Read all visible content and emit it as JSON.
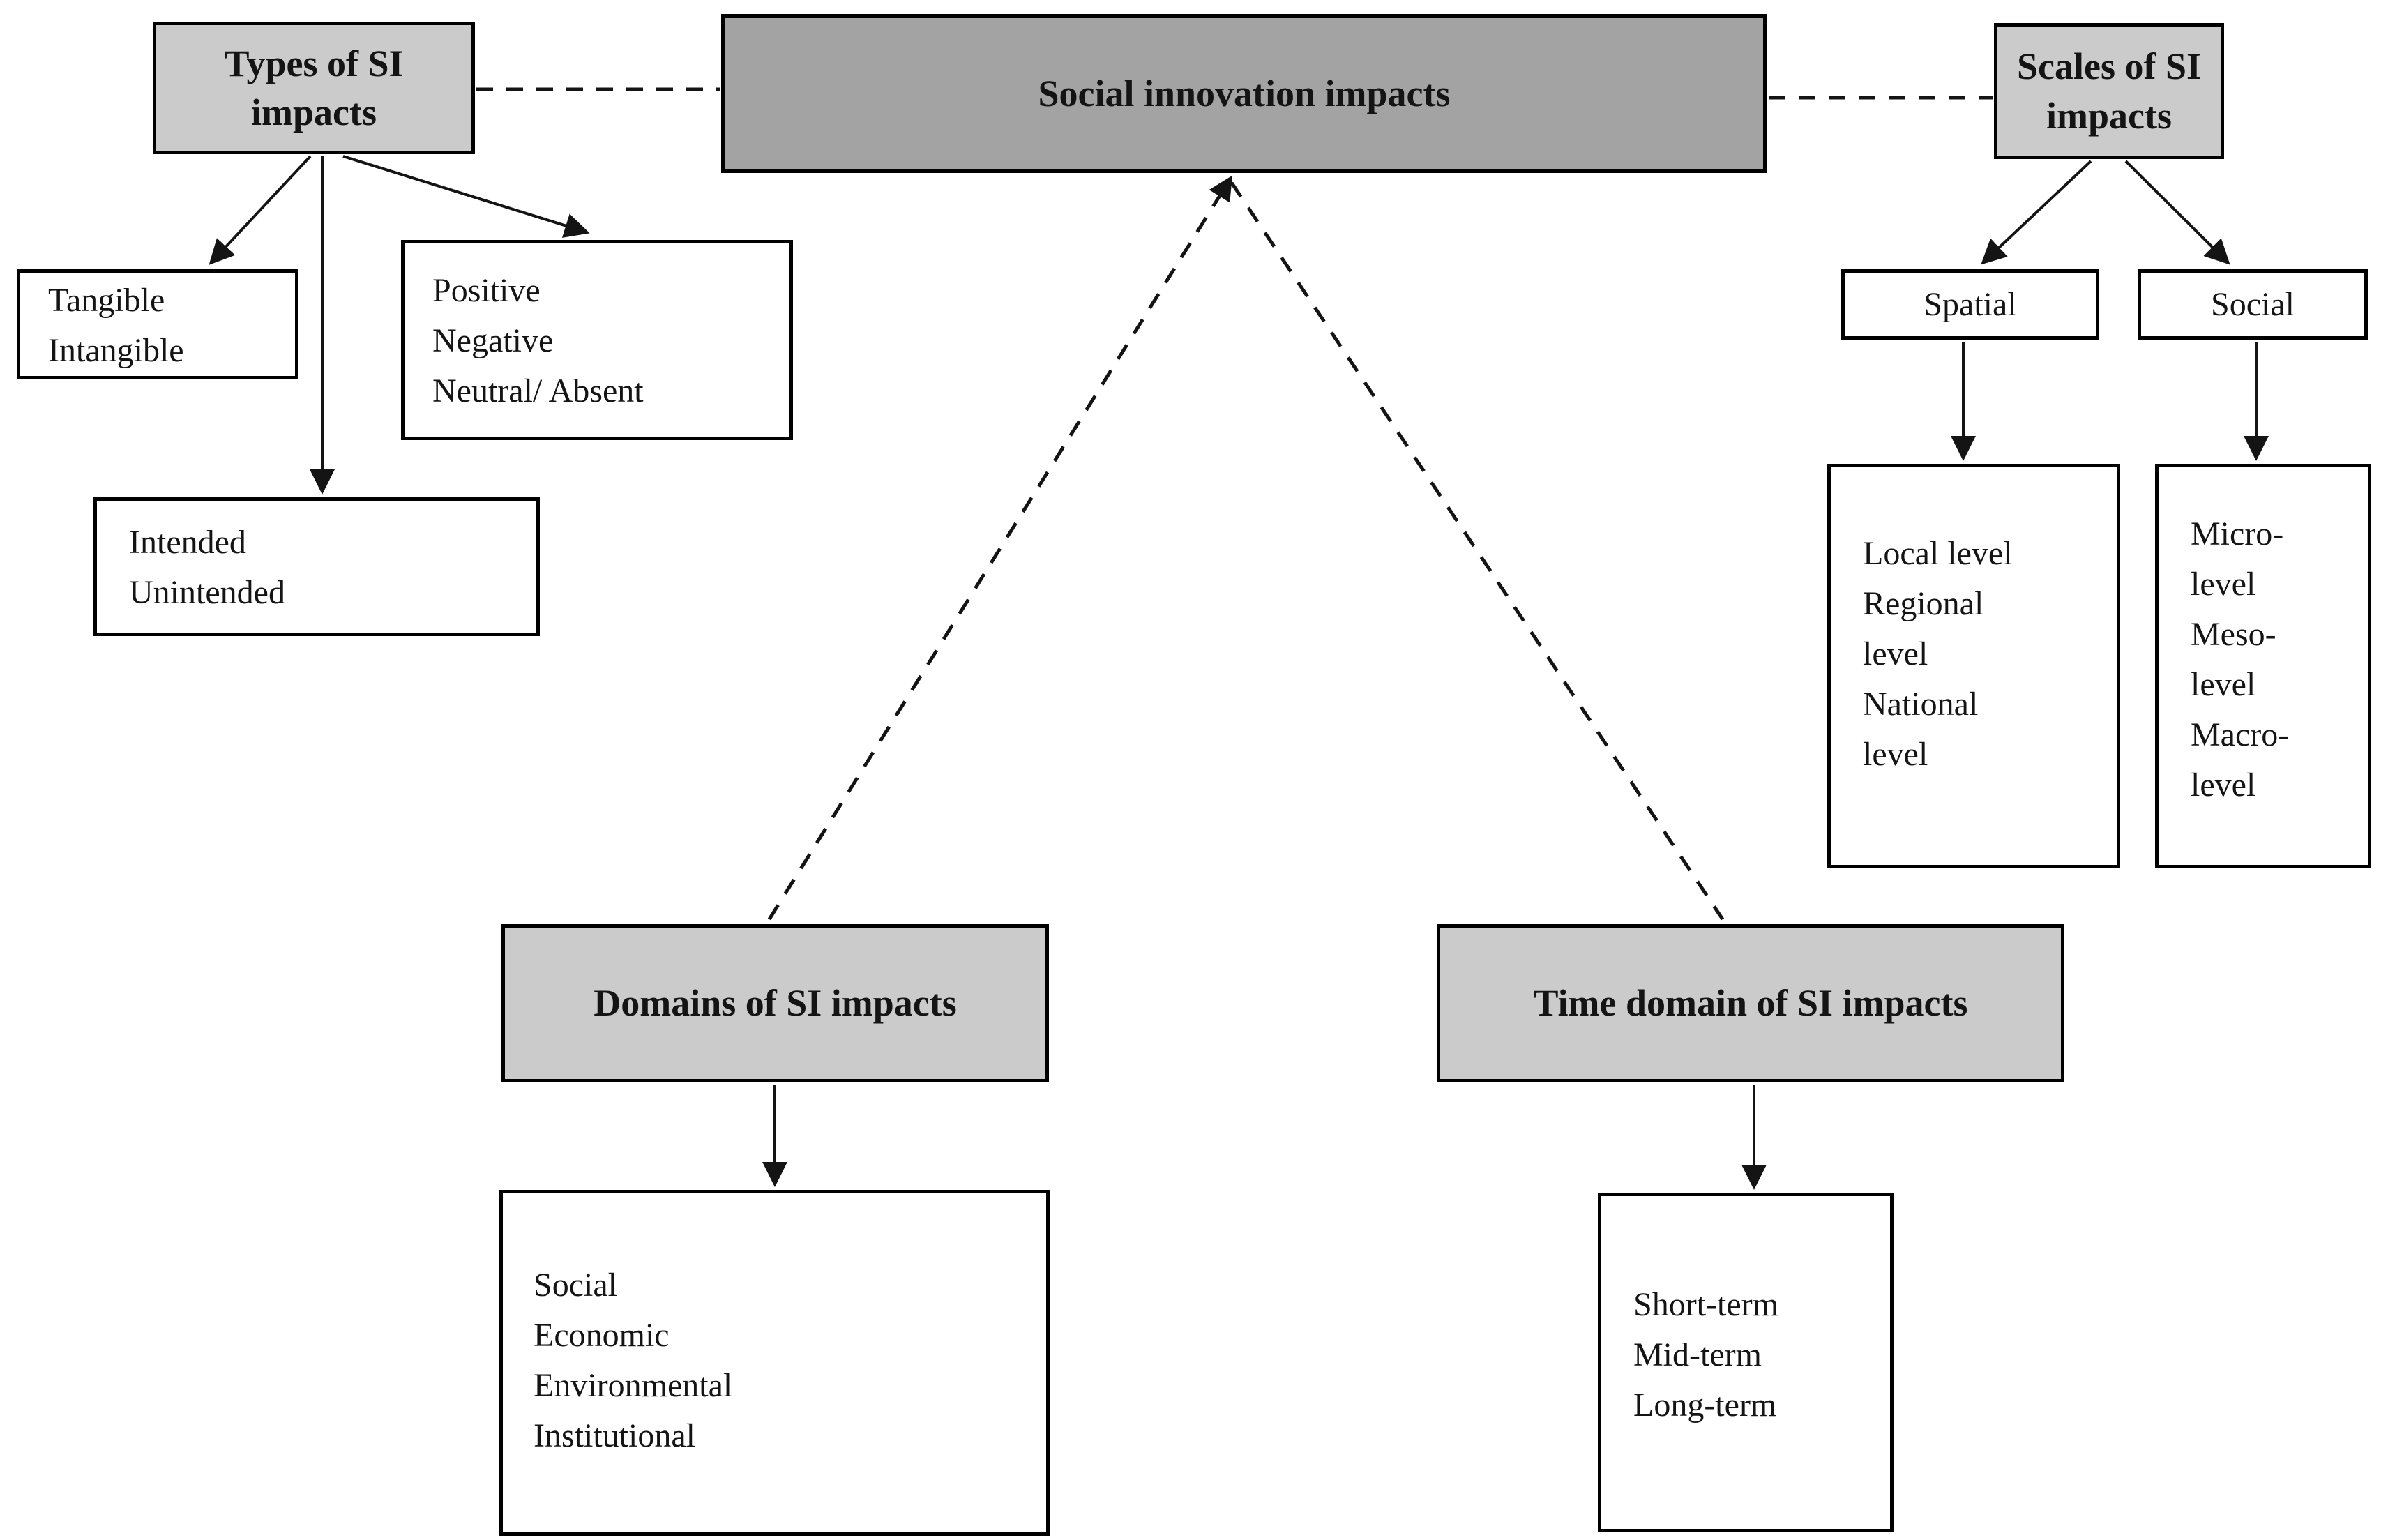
{
  "diagram": {
    "background": "#ffffff",
    "colors": {
      "center_node_fill": "#a3a3a3",
      "header_node_fill": "#cbcbcb",
      "leaf_node_fill": "#ffffff",
      "border": "#000000",
      "text": "#141414",
      "line": "#141414"
    },
    "nodes": {
      "center": {
        "label": "Social innovation impacts"
      },
      "types": {
        "lines": [
          "Types of SI",
          "impacts"
        ]
      },
      "scales": {
        "lines": [
          "Scales of SI",
          "impacts"
        ]
      },
      "tangible": {
        "lines": [
          "Tangible",
          "Intangible"
        ]
      },
      "positive": {
        "lines": [
          "Positive",
          "Negative",
          "Neutral/ Absent"
        ]
      },
      "intended": {
        "lines": [
          "Intended",
          "Unintended"
        ]
      },
      "spatial": {
        "label": "Spatial"
      },
      "social": {
        "label": "Social"
      },
      "local": {
        "lines": [
          "Local level",
          "Regional",
          "level",
          "National",
          "level"
        ]
      },
      "micro": {
        "lines": [
          "Micro-",
          "level",
          "Meso-",
          "level",
          "Macro-",
          "level"
        ]
      },
      "domains": {
        "label": "Domains of SI impacts"
      },
      "domains_list": {
        "lines": [
          "Social",
          "Economic",
          "Environmental",
          "Institutional"
        ]
      },
      "time": {
        "label": "Time domain of SI impacts"
      },
      "time_list": {
        "lines": [
          "Short-term",
          "Mid-term",
          "Long-term"
        ]
      }
    },
    "connector_styles": {
      "dashed": "dashed line",
      "solid_arrow": "solid line with arrowhead"
    }
  }
}
